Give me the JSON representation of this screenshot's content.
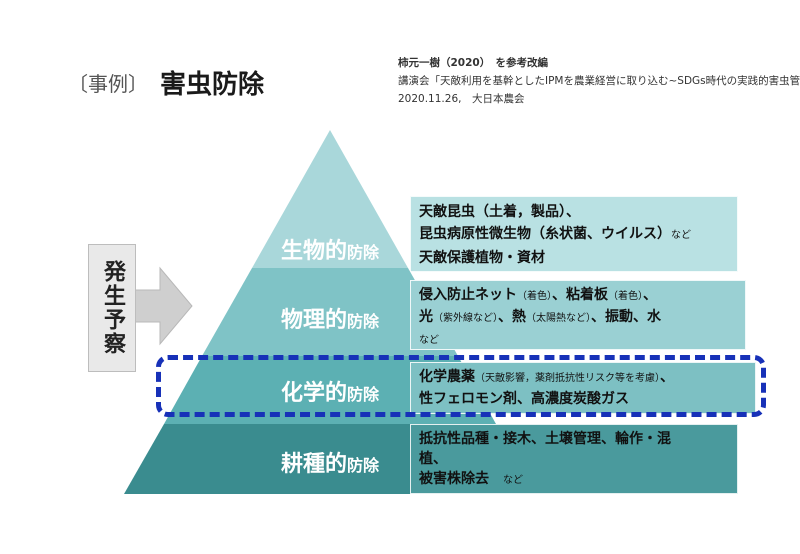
{
  "header": {
    "prefix": "〔事例〕",
    "title": "害虫防除"
  },
  "source": {
    "line1": "柿元一樹（2020）　を参考改編",
    "line2": "講演会「天敵利用を基幹としたIPMを農業経営に取り込む~SDGs時代の実践的害虫管理~」",
    "line3": "2020.11.26,　大日本農会"
  },
  "side_label": "発生予察",
  "layers": [
    {
      "name_main": "生物的",
      "name_suffix": "防除",
      "color": "#a9d7da"
    },
    {
      "name_main": "物理的",
      "name_suffix": "防除",
      "color": "#7fc3c6"
    },
    {
      "name_main": "化学的",
      "name_suffix": "防除",
      "color": "#5cb0b3"
    },
    {
      "name_main": "耕種的",
      "name_suffix": "防除",
      "color": "#3a8c8f"
    }
  ],
  "boxes": {
    "bio": {
      "l1": "天敵昆虫（土着，製品）、",
      "l2a": "昆虫病原性微生物（糸状菌、ウイルス）",
      "l2b": "など",
      "l3": "天敵保護植物・資材"
    },
    "phys": {
      "l1a": "侵入防止ネット",
      "l1b": "（着色）",
      "l1c": "、粘着板",
      "l1d": "（着色）",
      "l1e": "、",
      "l2a": "光",
      "l2b": "（紫外線など）",
      "l2c": "、熱",
      "l2d": "（太陽熱など）",
      "l2e": "、振動、水",
      "l3": "など"
    },
    "chem": {
      "l1a": "化学農薬",
      "l1b": "（天敵影響，薬剤抵抗性リスク等を考慮）",
      "l1c": "、",
      "l2": "性フェロモン剤、高濃度炭酸ガス"
    },
    "cult": {
      "l1": "抵抗性品種・接木、土壌管理、輪作・混",
      "l2": "植、",
      "l3a": "被害株除去",
      "l3b": "など"
    }
  },
  "colors": {
    "highlight_border": "#1731b8",
    "arrow_fill": "#cfcfcf"
  }
}
